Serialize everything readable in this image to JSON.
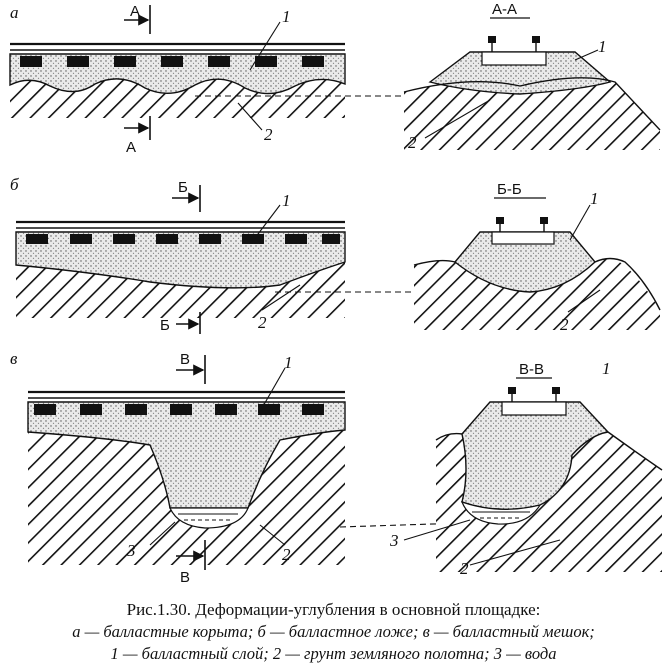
{
  "panels": [
    {
      "letter": "а",
      "section_mark": "А",
      "section_title": "А-А",
      "layer_label": "1",
      "ground_label": "2"
    },
    {
      "letter": "б",
      "section_mark": "Б",
      "section_title": "Б-Б",
      "layer_label": "1",
      "ground_label": "2"
    },
    {
      "letter": "в",
      "section_mark": "В",
      "section_title": "В-В",
      "layer_label": "1",
      "ground_label": "2",
      "water_label": "3"
    }
  ],
  "caption": {
    "title": "Рис.1.30. Деформации-углубления в основной площадке:",
    "line1": "а — балластные корыта; б — балластное ложе; в — балластный мешок;",
    "line2": "1 — балластный слой; 2 — грунт земляного полотна; 3 — вода"
  },
  "colors": {
    "ink": "#111111",
    "ballast_fill": "#e6e6e6",
    "paper": "#ffffff"
  }
}
